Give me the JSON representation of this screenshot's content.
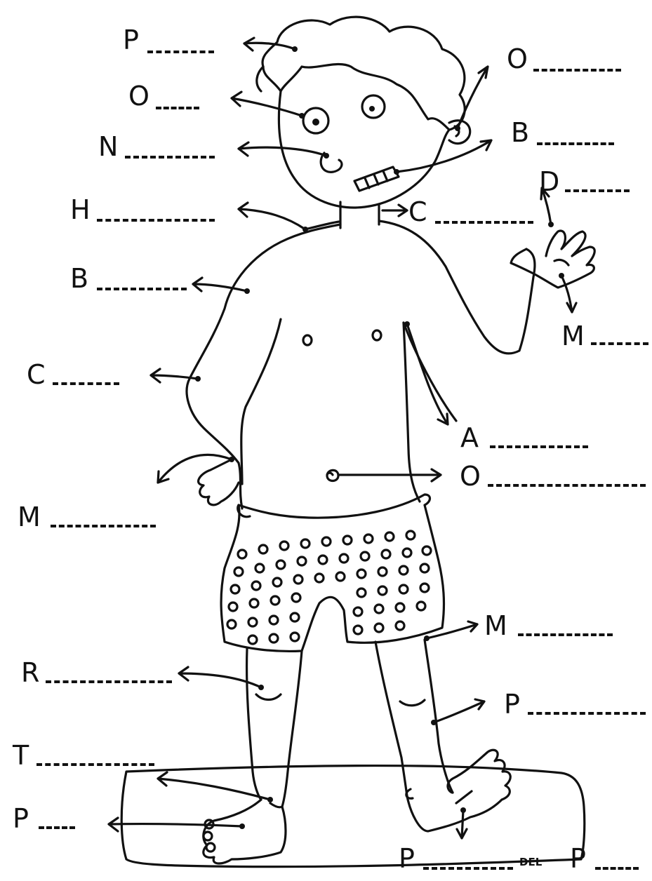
{
  "worksheet": {
    "labels": {
      "pelo": "P",
      "ojo": "O",
      "nariz": "N",
      "hombro": "H",
      "brazo": "B",
      "codo": "C",
      "mano": "M",
      "rodilla": "R",
      "tobillo": "T",
      "pie": "P",
      "oreja": "O",
      "boca": "B",
      "dedo": "D",
      "cuello": "C",
      "muneca": "M",
      "axila": "A",
      "ombligo": "O",
      "muslo": "M",
      "pierna": "P",
      "planta_first": "P",
      "planta_del": "DEL",
      "planta_last": "P"
    }
  }
}
